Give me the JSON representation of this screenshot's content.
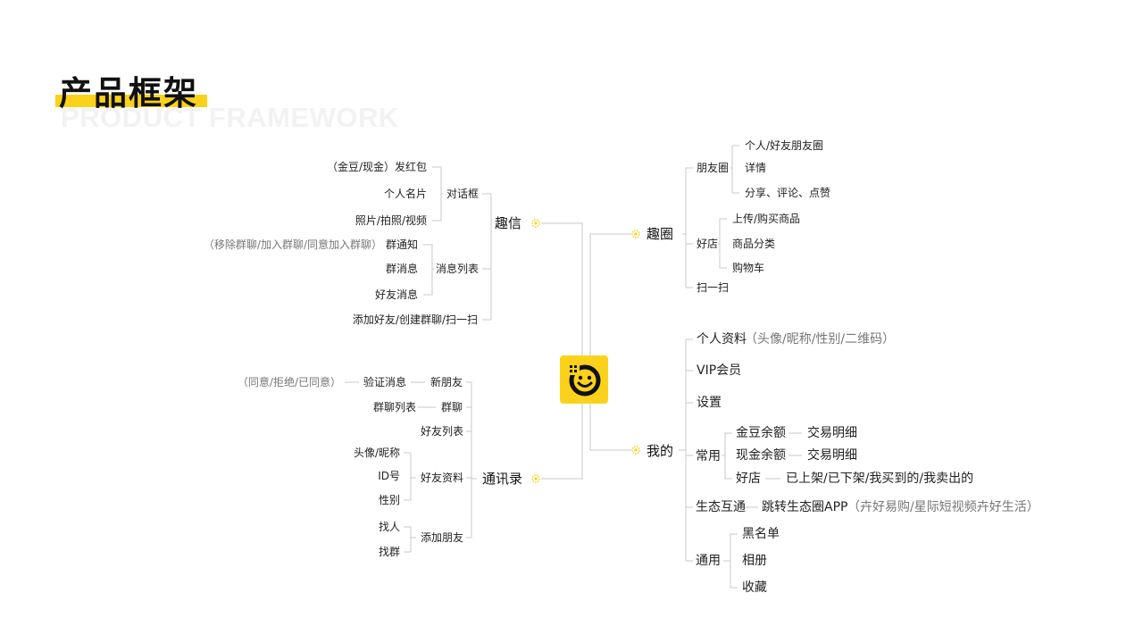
{
  "title": "产品框架",
  "subtitle": "PRODUCT FRAMEWORK",
  "colors": {
    "accent": "#fad21c",
    "line": "#c8c8c8",
    "text": "#222222",
    "muted": "#777777"
  },
  "quxin": {
    "label": "趣信",
    "dialog": {
      "label": "对话框",
      "items": [
        "（金豆/现金）发红包",
        "个人名片",
        "照片/拍照/视频"
      ]
    },
    "msglist": {
      "label": "消息列表",
      "group_notice": "群通知",
      "group_notice_note": "（移除群聊/加入群聊/同意加入群聊）",
      "group_msg": "群消息",
      "friend_msg": "好友消息"
    },
    "add": "添加好友/创建群聊/扫一扫"
  },
  "contacts": {
    "label": "通讯录",
    "newfriend": {
      "label": "新朋友",
      "verify": "验证消息",
      "verify_note": "（同意/拒绝/已同意）"
    },
    "groupchat": {
      "label": "群聊",
      "list": "群聊列表"
    },
    "friendlist": "好友列表",
    "profile": {
      "label": "好友资料",
      "items": [
        "头像/昵称",
        "ID号",
        "性别"
      ]
    },
    "addfriend": {
      "label": "添加朋友",
      "items": [
        "找人",
        "找群"
      ]
    }
  },
  "ququan": {
    "label": "趣圈",
    "moments": {
      "label": "朋友圈",
      "items": [
        "个人/好友朋友圈",
        "详情",
        "分享、评论、点赞"
      ]
    },
    "shop": {
      "label": "好店",
      "items": [
        "上传/购买商品",
        "商品分类",
        "购物车"
      ]
    },
    "scan": "扫一扫"
  },
  "mine": {
    "label": "我的",
    "profile": "个人资料",
    "profile_note": "（头像/昵称/性别/二维码）",
    "vip": "VIP会员",
    "settings": "设置",
    "common": {
      "label": "常用",
      "gold": "金豆余额",
      "gold_detail": "交易明细",
      "cash": "现金余额",
      "cash_detail": "交易明细",
      "shop": "好店",
      "shop_detail": "已上架/已下架/我买到的/我卖出的"
    },
    "eco": {
      "label": "生态互通",
      "jump": "跳转生态圈APP",
      "jump_note": "（卉好易购/星际短视频卉好生活）"
    },
    "general": {
      "label": "通用",
      "items": [
        "黑名单",
        "相册",
        "收藏"
      ]
    }
  }
}
